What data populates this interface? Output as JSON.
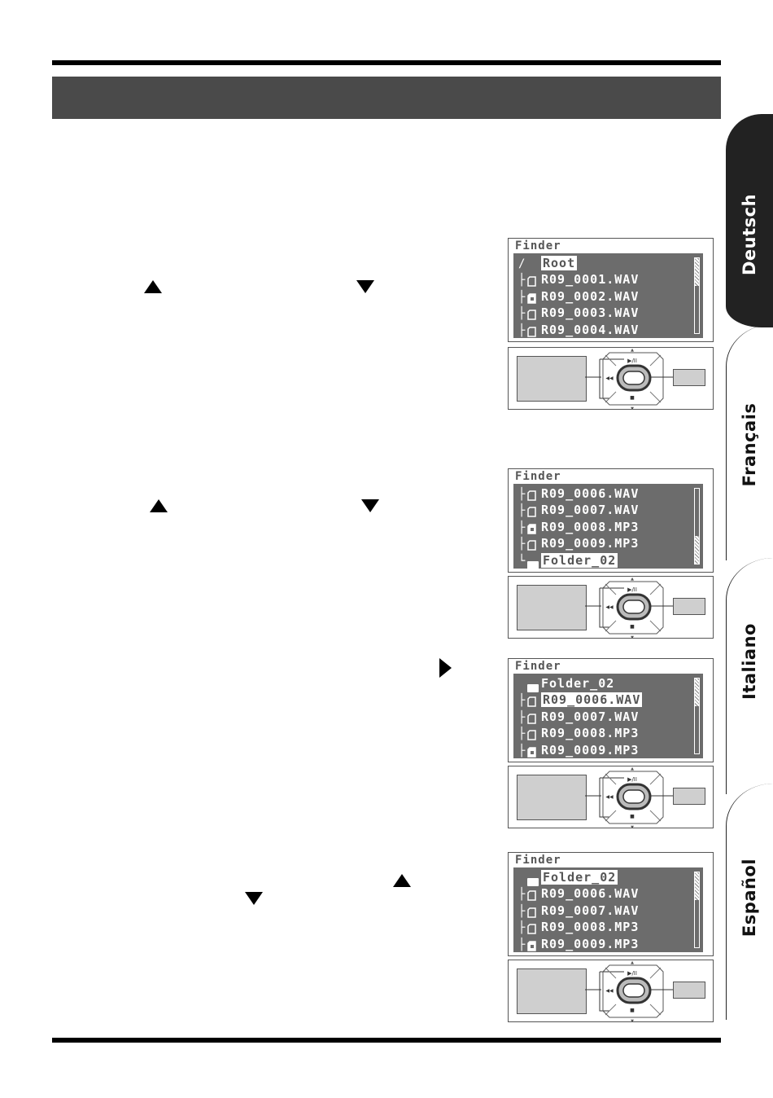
{
  "tabs": [
    {
      "label": "Deutsch",
      "active": true
    },
    {
      "label": "Français",
      "active": false
    },
    {
      "label": "Italiano",
      "active": false
    },
    {
      "label": "Español",
      "active": false
    }
  ],
  "screens": [
    {
      "title": "Finder",
      "rows": [
        {
          "tree": "/",
          "icon": "none",
          "text": "Root",
          "selected": true
        },
        {
          "tree": "├",
          "icon": "file",
          "text": "R09_0001.WAV",
          "selected": false
        },
        {
          "tree": "├",
          "icon": "file-active",
          "text": "R09_0002.WAV",
          "selected": false
        },
        {
          "tree": "├",
          "icon": "file",
          "text": "R09_0003.WAV",
          "selected": false
        },
        {
          "tree": "├",
          "icon": "file",
          "text": "R09_0004.WAV",
          "selected": false
        }
      ],
      "scroll": 0.0
    },
    {
      "title": "Finder",
      "rows": [
        {
          "tree": "├",
          "icon": "file",
          "text": "R09_0006.WAV",
          "selected": false
        },
        {
          "tree": "├",
          "icon": "file",
          "text": "R09_0007.WAV",
          "selected": false
        },
        {
          "tree": "├",
          "icon": "file-active",
          "text": "R09_0008.MP3",
          "selected": false
        },
        {
          "tree": "├",
          "icon": "file",
          "text": "R09_0009.MP3",
          "selected": false
        },
        {
          "tree": "└",
          "icon": "folder",
          "text": "Folder_02",
          "selected": true
        }
      ],
      "scroll": 1.0
    },
    {
      "title": "Finder",
      "rows": [
        {
          "tree": "",
          "icon": "folder",
          "text": "Folder_02",
          "selected": false
        },
        {
          "tree": "├",
          "icon": "file",
          "text": "R09_0006.WAV",
          "selected": true
        },
        {
          "tree": "├",
          "icon": "file",
          "text": "R09_0007.WAV",
          "selected": false
        },
        {
          "tree": "├",
          "icon": "file",
          "text": "R09_0008.MP3",
          "selected": false
        },
        {
          "tree": "├",
          "icon": "file-active",
          "text": "R09_0009.MP3",
          "selected": false
        }
      ],
      "scroll": 0.0
    },
    {
      "title": "Finder",
      "rows": [
        {
          "tree": "",
          "icon": "folder",
          "text": "Folder_02",
          "selected": true
        },
        {
          "tree": "├",
          "icon": "file",
          "text": "R09_0006.WAV",
          "selected": false
        },
        {
          "tree": "├",
          "icon": "file",
          "text": "R09_0007.WAV",
          "selected": false
        },
        {
          "tree": "├",
          "icon": "file",
          "text": "R09_0008.MP3",
          "selected": false
        },
        {
          "tree": "├",
          "icon": "file-active",
          "text": "R09_0009.MP3",
          "selected": false
        }
      ],
      "scroll": 0.0
    }
  ],
  "controller": {
    "play_label": "▶/II",
    "rew_label": "◀◀",
    "stop_label": "■"
  },
  "colors": {
    "lcd_bg": "#6c6c6c",
    "tab_dark": "#222222",
    "banner": "#4a4a4a"
  }
}
